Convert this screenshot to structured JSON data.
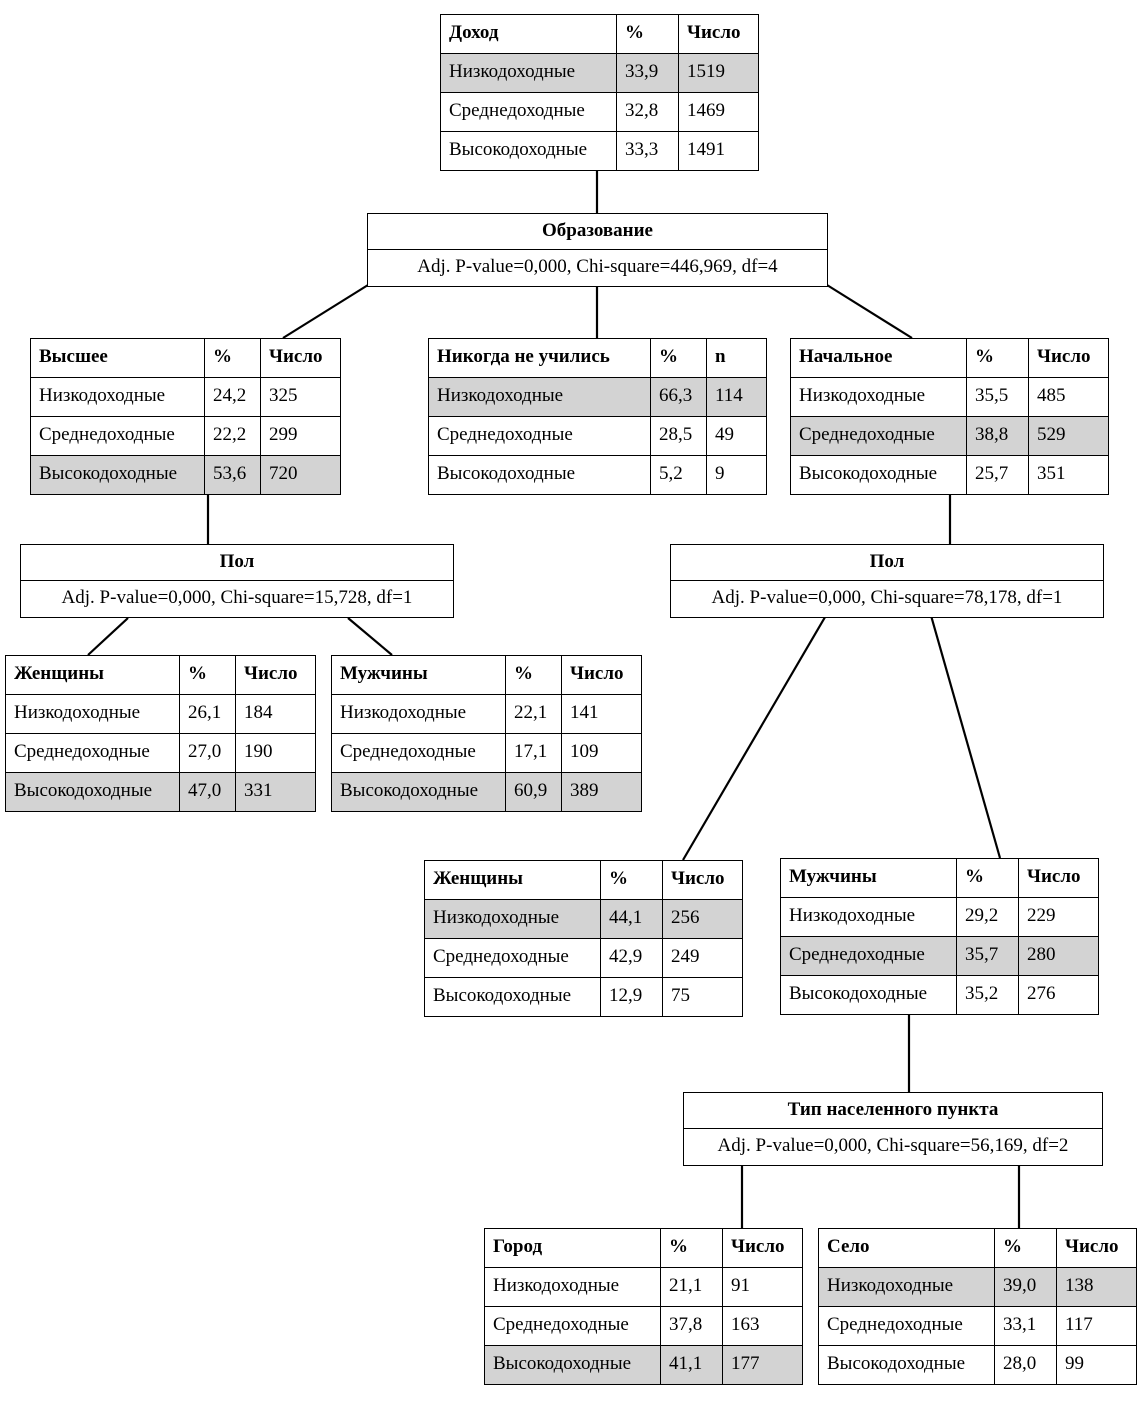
{
  "diagram": {
    "type": "chaid-decision-tree",
    "row_labels": [
      "Низкодоходные",
      "Среднедоходные",
      "Высокодоходные"
    ],
    "columns": {
      "pct": "%",
      "count": "Число",
      "count_alt": "n"
    },
    "shade_color": "#d3d3d3"
  },
  "nodes": {
    "root": {
      "title": "Доход",
      "col_pct": "%",
      "col_count": "Число",
      "rows": [
        {
          "label": "Низкодоходные",
          "pct": "33,9",
          "count": "1519",
          "shaded": true
        },
        {
          "label": "Среднедоходные",
          "pct": "32,8",
          "count": "1469",
          "shaded": false
        },
        {
          "label": "Высокодоходные",
          "pct": "33,3",
          "count": "1491",
          "shaded": false
        }
      ]
    },
    "split_education": {
      "title": "Образование",
      "stats": "Adj. P-value=0,000, Chi-square=446,969, df=4"
    },
    "higher": {
      "title": "Высшее",
      "col_pct": "%",
      "col_count": "Число",
      "rows": [
        {
          "label": "Низкодоходные",
          "pct": "24,2",
          "count": "325",
          "shaded": false
        },
        {
          "label": "Среднедоходные",
          "pct": "22,2",
          "count": "299",
          "shaded": false
        },
        {
          "label": "Высокодоходные",
          "pct": "53,6",
          "count": "720",
          "shaded": true
        }
      ]
    },
    "never_studied": {
      "title": "Никогда не учились",
      "col_pct": "%",
      "col_count": "n",
      "rows": [
        {
          "label": "Низкодоходные",
          "pct": "66,3",
          "count": "114",
          "shaded": true
        },
        {
          "label": "Среднедоходные",
          "pct": "28,5",
          "count": "49",
          "shaded": false
        },
        {
          "label": "Высокодоходные",
          "pct": "5,2",
          "count": "9",
          "shaded": false
        }
      ]
    },
    "primary": {
      "title": "Начальное",
      "col_pct": "%",
      "col_count": "Число",
      "rows": [
        {
          "label": "Низкодоходные",
          "pct": "35,5",
          "count": "485",
          "shaded": false
        },
        {
          "label": "Среднедоходные",
          "pct": "38,8",
          "count": "529",
          "shaded": true
        },
        {
          "label": "Высокодоходные",
          "pct": "25,7",
          "count": "351",
          "shaded": false
        }
      ]
    },
    "split_gender_left": {
      "title": "Пол",
      "stats": "Adj. P-value=0,000, Chi-square=15,728, df=1"
    },
    "split_gender_right": {
      "title": "Пол",
      "stats": "Adj. P-value=0,000, Chi-square=78,178, df=1"
    },
    "women_higher": {
      "title": "Женщины",
      "col_pct": "%",
      "col_count": "Число",
      "rows": [
        {
          "label": "Низкодоходные",
          "pct": "26,1",
          "count": "184",
          "shaded": false
        },
        {
          "label": "Среднедоходные",
          "pct": "27,0",
          "count": "190",
          "shaded": false
        },
        {
          "label": "Высокодоходные",
          "pct": "47,0",
          "count": "331",
          "shaded": true
        }
      ]
    },
    "men_higher": {
      "title": "Мужчины",
      "col_pct": "%",
      "col_count": "Число",
      "rows": [
        {
          "label": "Низкодоходные",
          "pct": "22,1",
          "count": "141",
          "shaded": false
        },
        {
          "label": "Среднедоходные",
          "pct": "17,1",
          "count": "109",
          "shaded": false
        },
        {
          "label": "Высокодоходные",
          "pct": "60,9",
          "count": "389",
          "shaded": true
        }
      ]
    },
    "women_primary": {
      "title": "Женщины",
      "col_pct": "%",
      "col_count": "Число",
      "rows": [
        {
          "label": "Низкодоходные",
          "pct": "44,1",
          "count": "256",
          "shaded": true
        },
        {
          "label": "Среднедоходные",
          "pct": "42,9",
          "count": "249",
          "shaded": false
        },
        {
          "label": "Высокодоходные",
          "pct": "12,9",
          "count": "75",
          "shaded": false
        }
      ]
    },
    "men_primary": {
      "title": "Мужчины",
      "col_pct": "%",
      "col_count": "Число",
      "rows": [
        {
          "label": "Низкодоходные",
          "pct": "29,2",
          "count": "229",
          "shaded": false
        },
        {
          "label": "Среднедоходные",
          "pct": "35,7",
          "count": "280",
          "shaded": true
        },
        {
          "label": "Высокодоходные",
          "pct": "35,2",
          "count": "276",
          "shaded": false
        }
      ]
    },
    "split_settlement": {
      "title": "Тип населенного пункта",
      "stats": "Adj. P-value=0,000, Chi-square=56,169, df=2"
    },
    "city": {
      "title": "Город",
      "col_pct": "%",
      "col_count": "Число",
      "rows": [
        {
          "label": "Низкодоходные",
          "pct": "21,1",
          "count": "91",
          "shaded": false
        },
        {
          "label": "Среднедоходные",
          "pct": "37,8",
          "count": "163",
          "shaded": false
        },
        {
          "label": "Высокодоходные",
          "pct": "41,1",
          "count": "177",
          "shaded": true
        }
      ]
    },
    "village": {
      "title": "Село",
      "col_pct": "%",
      "col_count": "Число",
      "rows": [
        {
          "label": "Низкодоходные",
          "pct": "39,0",
          "count": "138",
          "shaded": true
        },
        {
          "label": "Среднедоходные",
          "pct": "33,1",
          "count": "117",
          "shaded": false
        },
        {
          "label": "Высокодоходные",
          "pct": "28,0",
          "count": "99",
          "shaded": false
        }
      ]
    }
  }
}
